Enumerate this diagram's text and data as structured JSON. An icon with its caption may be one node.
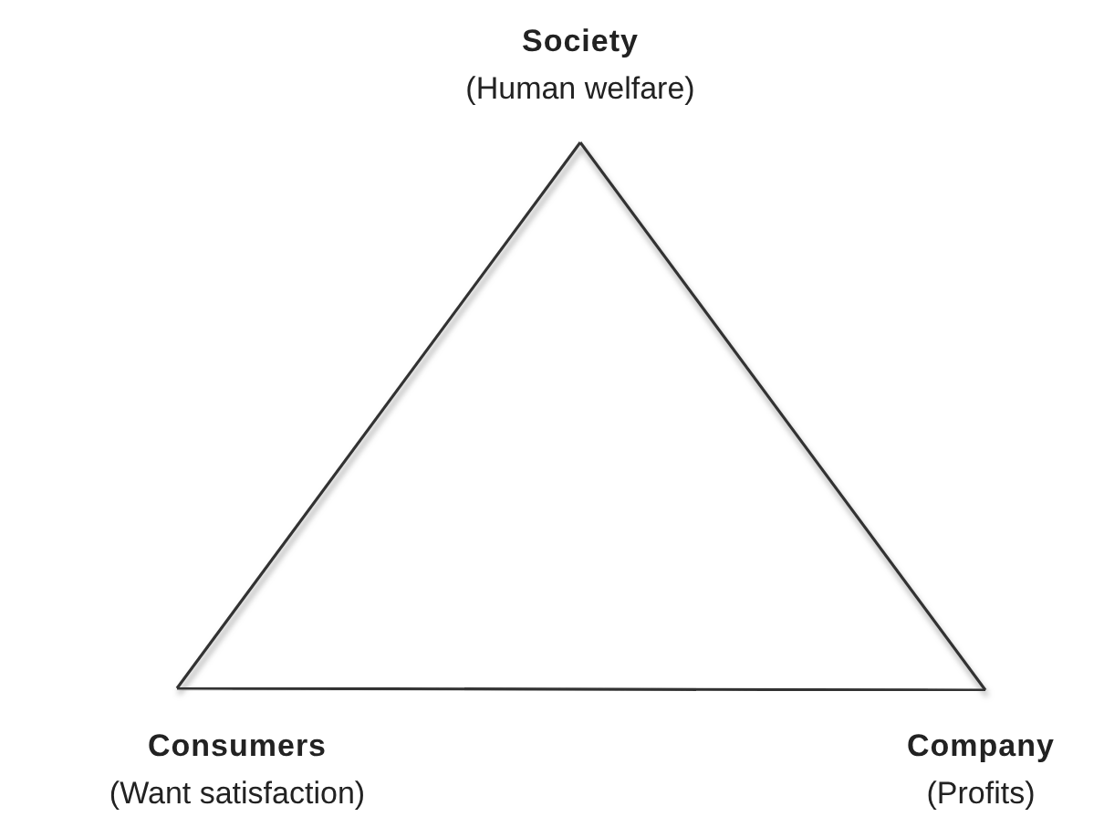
{
  "diagram": {
    "nodes": [
      {
        "text": [
          "Society",
          "(Human welfare)"
        ]
      },
      {
        "text": [
          "Consumers",
          "(Want satisfaction)"
        ]
      },
      {
        "text": [
          "Company",
          "(Profits)"
        ]
      }
    ],
    "edges": [
      {
        "from": 0,
        "to": 1,
        "arrow": "none"
      },
      {
        "from": 0,
        "to": 2,
        "arrow": "none"
      },
      {
        "from": 1,
        "to": 2,
        "arrow": "none"
      }
    ]
  }
}
